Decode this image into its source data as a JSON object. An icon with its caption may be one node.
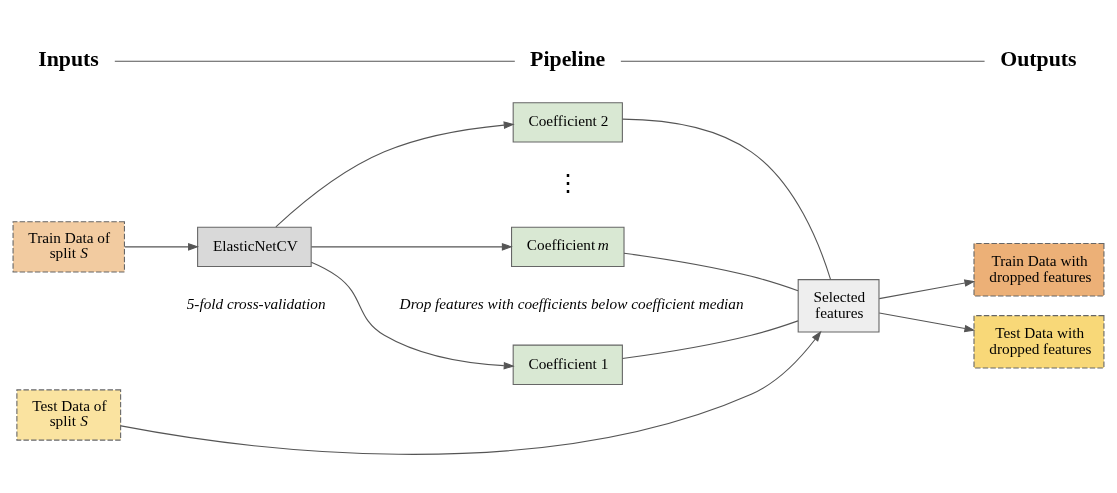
{
  "diagram": {
    "nodes": [
      {
        "text": [
          "Train Data of split *S*"
        ]
      },
      {
        "text": [
          "Test Data of split *S*"
        ]
      },
      {
        "text": [
          "ElasticNetCV"
        ],
        "beside": [
          "5-fold cross-validation"
        ]
      },
      {
        "text": [
          "Coefficient 1"
        ]
      },
      {
        "text": [
          "Coefficient 2"
        ]
      },
      {
        "text": [
          "Coefficient *m*"
        ]
      },
      {
        "text": [
          "Selected features"
        ]
      },
      {
        "text": [
          "Train Data with dropped features"
        ]
      },
      {
        "text": [
          "Test Data with dropped features"
        ]
      }
    ],
    "edges": [
      {
        "from": 0,
        "to": 2,
        "arrow": "to"
      },
      {
        "from": 2,
        "to": 3,
        "arrow": "to"
      },
      {
        "from": 2,
        "to": 4,
        "arrow": "to"
      },
      {
        "from": 2,
        "to": 5,
        "arrow": "to"
      },
      {
        "from": 3,
        "to": 6,
        "arrow": "none"
      },
      {
        "from": 4,
        "to": 6,
        "arrow": "none"
      },
      {
        "from": 5,
        "to": 6,
        "arrow": "none"
      },
      {
        "from": 1,
        "to": 6,
        "arrow": "to"
      },
      {
        "from": 6,
        "to": 7,
        "arrow": "to"
      },
      {
        "from": 6,
        "to": 8,
        "arrow": "to"
      }
    ],
    "labels": [
      "Inputs",
      "Pipeline",
      "Outputs",
      "Drop features with coefficients below coefficient median",
      "⋮"
    ]
  }
}
